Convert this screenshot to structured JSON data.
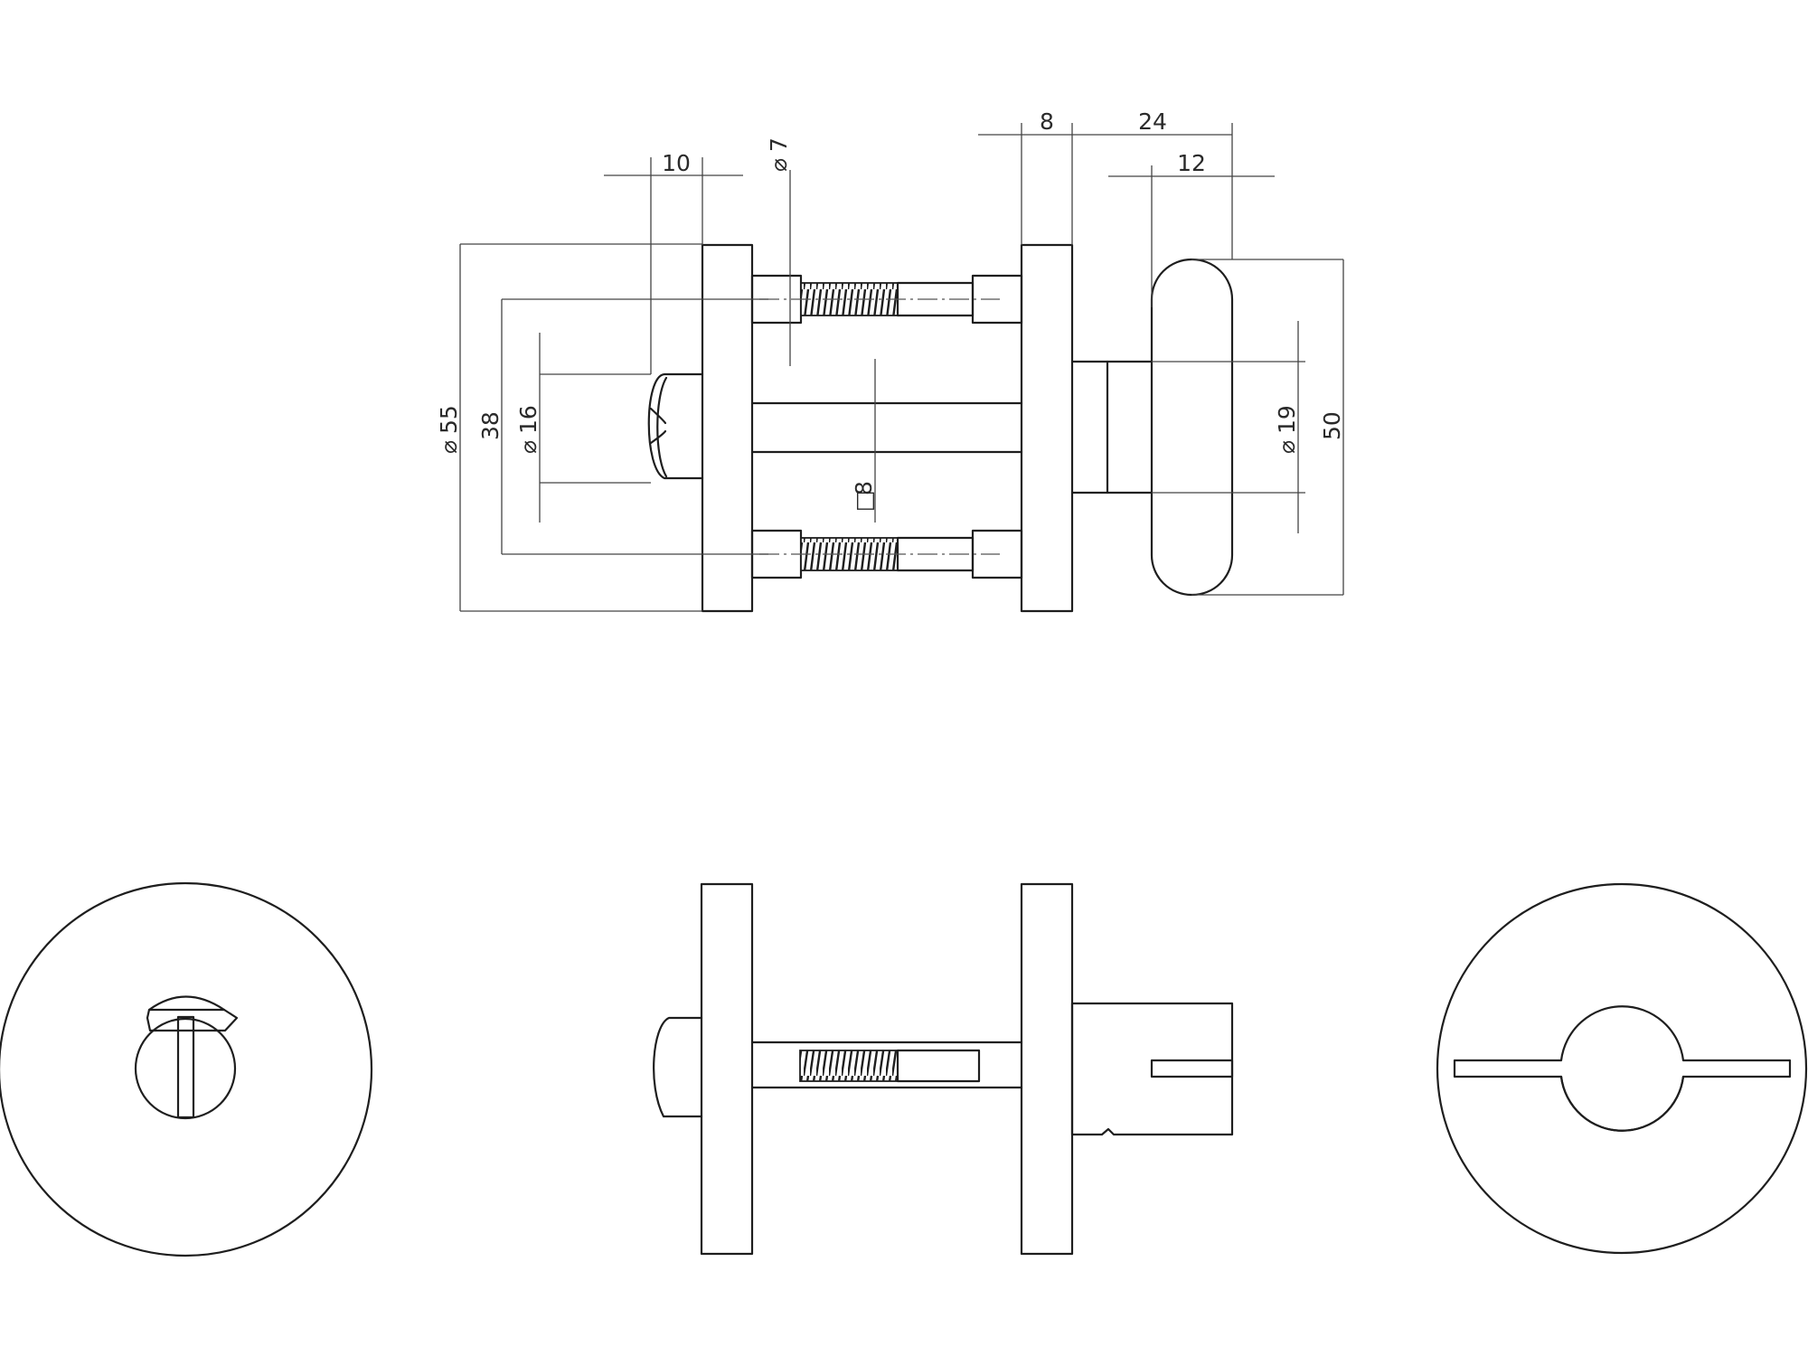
{
  "dimensions": {
    "d10": "10",
    "d7": "7",
    "d8_top": "8",
    "d24": "24",
    "d12": "12",
    "d55": "55",
    "d38": "38",
    "d16": "16",
    "sq8": "8",
    "d19": "19",
    "d50": "50"
  },
  "symbols": {
    "diameter": "⌀",
    "square": "□"
  },
  "colors": {
    "line": "#1e1e1e",
    "background": "#ffffff"
  }
}
